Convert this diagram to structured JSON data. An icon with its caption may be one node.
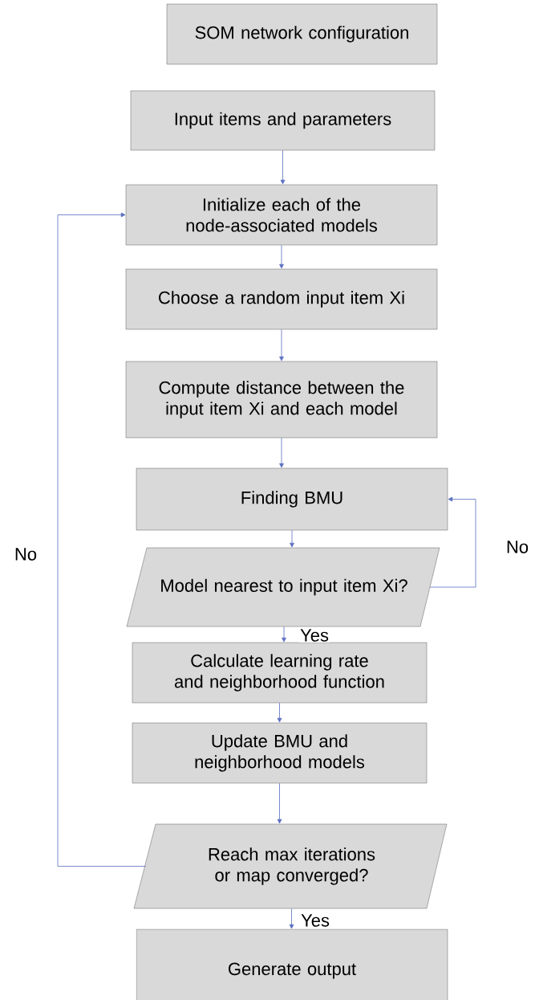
{
  "diagram": {
    "nodes": [
      {
        "text": [
          "SOM network configuration"
        ]
      },
      {
        "text": [
          "Input items and parameters"
        ]
      },
      {
        "text": [
          "Initialize each of the node-associated models"
        ]
      },
      {
        "text": [
          "Choose a random input item Xi"
        ]
      },
      {
        "text": [
          "Compute distance between the input item Xi and each model"
        ]
      },
      {
        "text": [
          "Finding BMU"
        ]
      },
      {
        "text": [
          "Model nearest to input item Xi?"
        ]
      },
      {
        "text": [
          "Calculate learning rate and neighborhood function"
        ]
      },
      {
        "text": [
          "Update BMU and neighborhood models"
        ]
      },
      {
        "text": [
          "Reach max iterations or map converged?"
        ]
      },
      {
        "text": [
          "Generate output"
        ]
      }
    ],
    "edges": [
      {
        "from": 1,
        "to": 2,
        "arrow": "to"
      },
      {
        "from": 2,
        "to": 3,
        "arrow": "to"
      },
      {
        "from": 3,
        "to": 4,
        "arrow": "to"
      },
      {
        "from": 4,
        "to": 5,
        "arrow": "to"
      },
      {
        "from": 5,
        "to": 6,
        "arrow": "to"
      },
      {
        "from": 6,
        "to": 7,
        "arrow": "to",
        "label": "Yes"
      },
      {
        "from": 6,
        "to": 5,
        "arrow": "to",
        "label": "No"
      },
      {
        "from": 7,
        "to": 8,
        "arrow": "to"
      },
      {
        "from": 8,
        "to": 9,
        "arrow": "to"
      },
      {
        "from": 9,
        "to": 10,
        "arrow": "to",
        "label": "Yes"
      },
      {
        "from": 9,
        "to": 2,
        "arrow": "to",
        "label": "No"
      }
    ]
  }
}
